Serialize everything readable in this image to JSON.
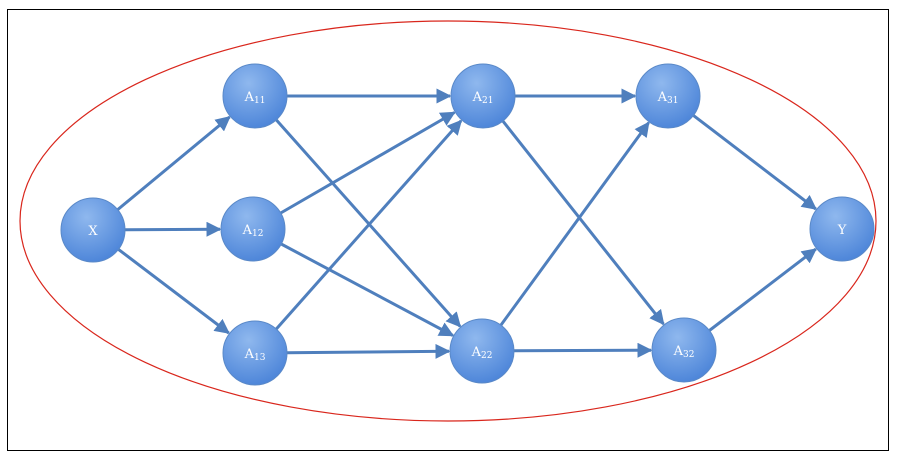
{
  "diagram": {
    "colors": {
      "node_fill_light": "#8fb8ee",
      "node_fill_dark": "#4a83d8",
      "node_stroke": "#5a89c8",
      "edge": "#4f7fbd",
      "ellipse": "#d9261c",
      "frame": "#000000"
    },
    "nodes": [
      {
        "id": "X",
        "base": "X",
        "sub": ""
      },
      {
        "id": "A11",
        "base": "A",
        "sub": "11"
      },
      {
        "id": "A12",
        "base": "A",
        "sub": "12"
      },
      {
        "id": "A13",
        "base": "A",
        "sub": "13"
      },
      {
        "id": "A21",
        "base": "A",
        "sub": "21"
      },
      {
        "id": "A22",
        "base": "A",
        "sub": "22"
      },
      {
        "id": "A31",
        "base": "A",
        "sub": "31"
      },
      {
        "id": "A32",
        "base": "A",
        "sub": "32"
      },
      {
        "id": "Y",
        "base": "Y",
        "sub": ""
      }
    ],
    "edges": [
      [
        "X",
        "A11"
      ],
      [
        "X",
        "A12"
      ],
      [
        "X",
        "A13"
      ],
      [
        "A11",
        "A21"
      ],
      [
        "A11",
        "A22"
      ],
      [
        "A12",
        "A21"
      ],
      [
        "A12",
        "A22"
      ],
      [
        "A13",
        "A21"
      ],
      [
        "A13",
        "A22"
      ],
      [
        "A21",
        "A31"
      ],
      [
        "A21",
        "A32"
      ],
      [
        "A22",
        "A31"
      ],
      [
        "A22",
        "A32"
      ],
      [
        "A31",
        "Y"
      ],
      [
        "A32",
        "Y"
      ]
    ]
  }
}
